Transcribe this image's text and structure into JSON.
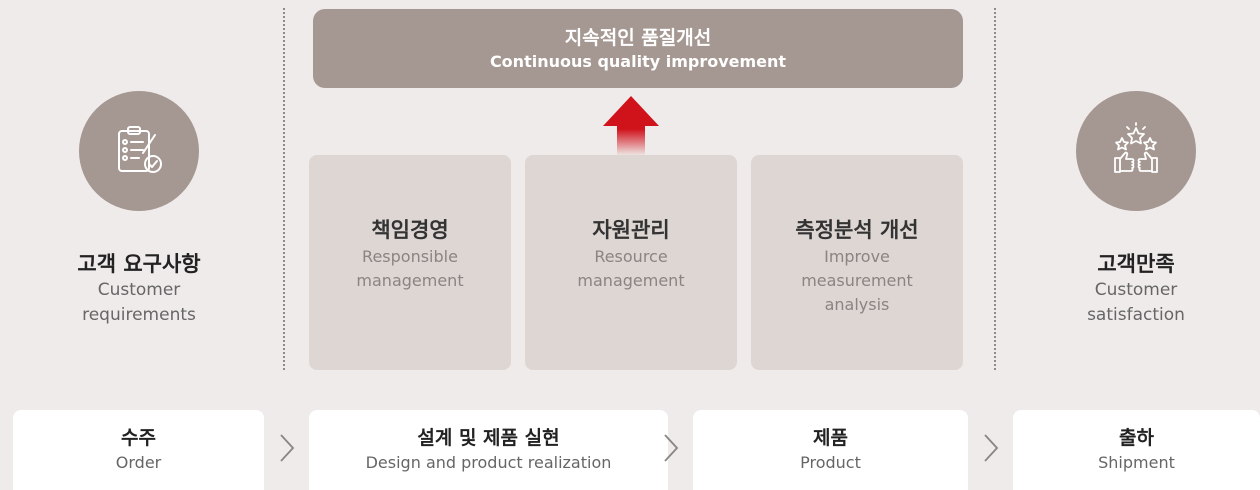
{
  "colors": {
    "background": "#efebea",
    "accent": "#a59791",
    "box": "#ddd6d3",
    "arrow": "#d0121b"
  },
  "left": {
    "icon": "checklist-clipboard-icon",
    "title": "고객 요구사항",
    "subtitle_line1": "Customer",
    "subtitle_line2": "requirements"
  },
  "right": {
    "icon": "thumbs-up-stars-icon",
    "title": "고객만족",
    "subtitle_line1": "Customer",
    "subtitle_line2": "satisfaction"
  },
  "banner": {
    "title": "지속적인 품질개선",
    "subtitle": "Continuous quality improvement"
  },
  "arrow_icon": "up-arrow-icon",
  "boxes": [
    {
      "title": "책임경영",
      "line1": "Responsible",
      "line2": "management",
      "line3": ""
    },
    {
      "title": "자원관리",
      "line1": "Resource",
      "line2": "management",
      "line3": ""
    },
    {
      "title": "측정분석 개선",
      "line1": "Improve",
      "line2": "measurement",
      "line3": "analysis"
    }
  ],
  "steps": [
    {
      "title": "수주",
      "subtitle": "Order"
    },
    {
      "title": "설계 및 제품 실현",
      "subtitle": "Design and product realization"
    },
    {
      "title": "제품",
      "subtitle": "Product"
    },
    {
      "title": "출하",
      "subtitle": "Shipment"
    }
  ],
  "chevron_icon": "chevron-right-icon"
}
